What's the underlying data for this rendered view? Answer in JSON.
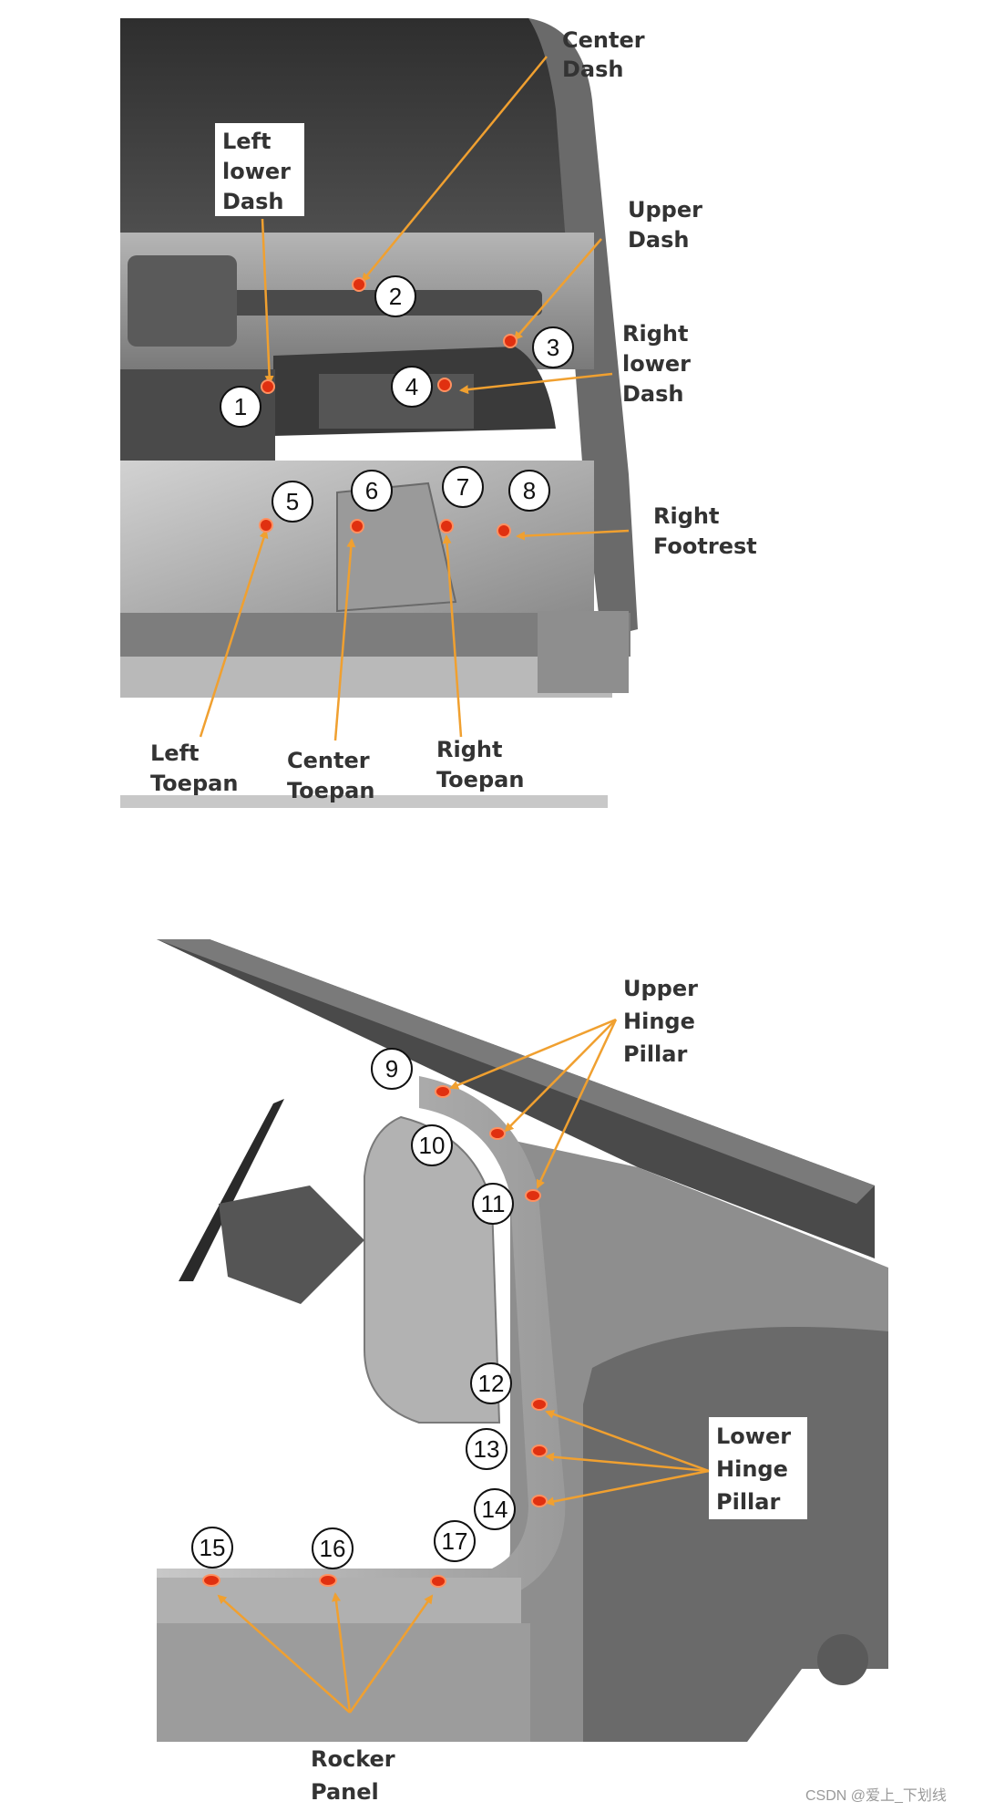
{
  "figure_top": {
    "labels": {
      "center_dash": [
        "Center",
        "Dash"
      ],
      "left_lower_dash": [
        "Left",
        "lower",
        "Dash"
      ],
      "upper_dash": [
        "Upper",
        "Dash"
      ],
      "right_lower_dash": [
        "Right",
        "lower",
        "Dash"
      ],
      "right_footrest": [
        "Right",
        "Footrest"
      ],
      "left_toepan": [
        "Left",
        "Toepan"
      ],
      "center_toepan": [
        "Center",
        "Toepan"
      ],
      "right_toepan": [
        "Right",
        "Toepan"
      ]
    },
    "points": [
      "1",
      "2",
      "3",
      "4",
      "5",
      "6",
      "7",
      "8"
    ]
  },
  "figure_bottom": {
    "labels": {
      "upper_hinge_pillar": [
        "Upper",
        "Hinge",
        "Pillar"
      ],
      "lower_hinge_pillar": [
        "Lower",
        "Hinge",
        "Pillar"
      ],
      "rocker_panel": [
        "Rocker",
        "Panel"
      ]
    },
    "points": [
      "9",
      "10",
      "11",
      "12",
      "13",
      "14",
      "15",
      "16",
      "17"
    ]
  },
  "watermark": "CSDN @爱上_下划线",
  "colors": {
    "arrow": "#f0a030",
    "marker": "#e03010",
    "body": "#8c8c8c"
  }
}
